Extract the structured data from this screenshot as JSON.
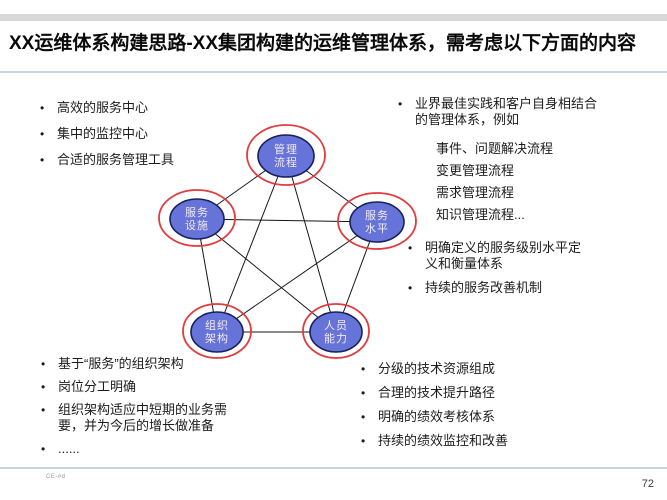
{
  "slide": {
    "title": "XX运维体系构建思路-XX集团构建的运维管理体系，需考虑以下方面的内容",
    "page_number": "72",
    "footer_code": "CE-#d",
    "bullet_char": "•"
  },
  "colors": {
    "node_fill": "#6673d8",
    "node_border": "#17215c",
    "ring_red": "#e23b3e",
    "edge_black": "#161616",
    "divider_blue": "#c9d3e0",
    "top_band_gray": "#d8d8d8",
    "node_text": "#f3ebef"
  },
  "lists": {
    "top_left": {
      "items": [
        "高效的服务中心",
        "集中的监控中心",
        "合适的服务管理工具"
      ]
    },
    "top_right": {
      "lead": "业界最佳实践和客户自身相结合的管理体系，例如",
      "examples": [
        "事件、问题解决流程",
        "变更管理流程",
        "需求管理流程",
        "知识管理流程..."
      ],
      "items": [
        "明确定义的服务级别水平定义和衡量体系",
        "持续的服务改善机制"
      ]
    },
    "bottom_left": {
      "items": [
        "基于“服务”的组织架构",
        "岗位分工明确",
        "组织架构适应中短期的业务需要，并为今后的增长做准备",
        "......"
      ]
    },
    "bottom_right": {
      "items": [
        "分级的技术资源组成",
        "合理的技术提升路径",
        "明确的绩效考核体系",
        "持续的绩效监控和改善"
      ]
    }
  },
  "diagram": {
    "nodes": [
      {
        "id": "management-process",
        "line1": "管理",
        "line2": "流程"
      },
      {
        "id": "service-facilities",
        "line1": "服务",
        "line2": "设施"
      },
      {
        "id": "service-level",
        "line1": "服务",
        "line2": "水平"
      },
      {
        "id": "org-structure",
        "line1": "组织",
        "line2": "架构"
      },
      {
        "id": "staff-capability",
        "line1": "人员",
        "line2": "能力"
      }
    ],
    "edges": [
      [
        "management-process",
        "service-facilities"
      ],
      [
        "management-process",
        "service-level"
      ],
      [
        "management-process",
        "org-structure"
      ],
      [
        "management-process",
        "staff-capability"
      ],
      [
        "service-facilities",
        "service-level"
      ],
      [
        "service-facilities",
        "org-structure"
      ],
      [
        "service-facilities",
        "staff-capability"
      ],
      [
        "service-level",
        "org-structure"
      ],
      [
        "service-level",
        "staff-capability"
      ],
      [
        "org-structure",
        "staff-capability"
      ]
    ]
  }
}
